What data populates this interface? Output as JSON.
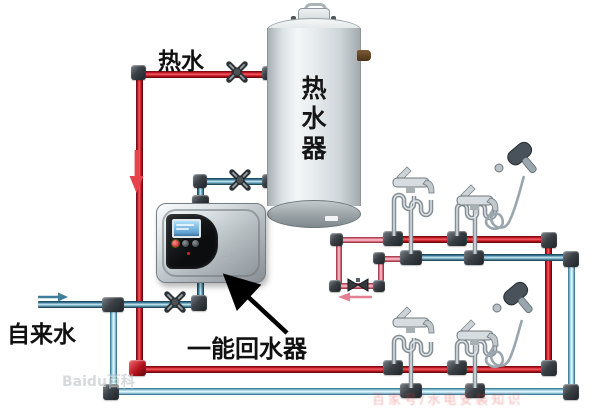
{
  "labels": {
    "hot_water": "热水",
    "tap_water": "自来水",
    "water_heater": "热水器",
    "water_heater_chars": [
      "热",
      "水",
      "器"
    ],
    "return_device": "一能回水器",
    "device_brand": "一能"
  },
  "watermarks": {
    "bottom_left": "Baidu百科",
    "bottom_right": "百家号/水电安装知识"
  },
  "colors": {
    "hot_pipe": "#d31c26",
    "cold_pipe": "#4d89a6",
    "cold_pipe_light": "#a9d8e8",
    "return_pipe": "#e2798c",
    "fitting": "#3a4045",
    "annotation": "#000000"
  },
  "icons": [
    "valve-icon",
    "check-valve-icon",
    "faucet-icon",
    "shower-icon",
    "flow-arrow-down-icon",
    "flow-arrow-right-icon",
    "flow-arrow-left-icon"
  ]
}
